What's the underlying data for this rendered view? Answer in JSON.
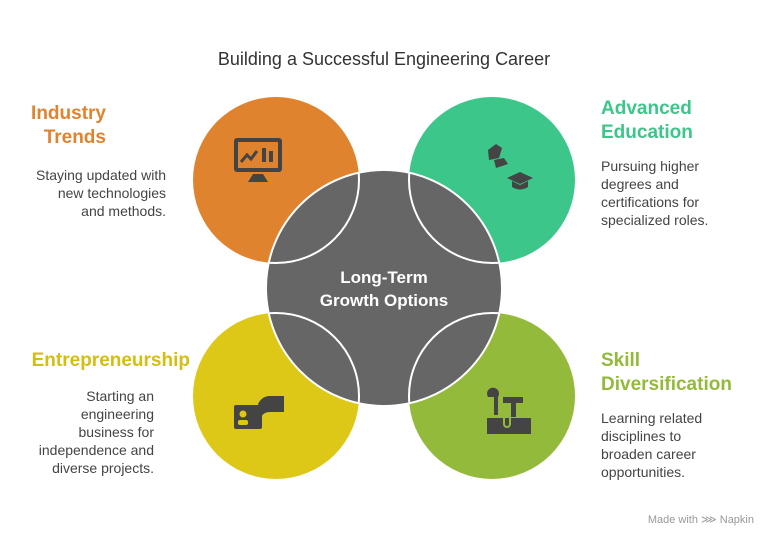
{
  "title": "Building a Successful Engineering Career",
  "center": {
    "line1": "Long-Term",
    "line2": "Growth Options",
    "color": "#666666"
  },
  "items": [
    {
      "heading1": "Industry",
      "heading2": "Trends",
      "description": [
        "Staying updated with",
        "new technologies",
        "and methods."
      ],
      "color": "#E0832F",
      "icon": "monitor-chart-icon"
    },
    {
      "heading1": "Advanced",
      "heading2": "Education",
      "description": [
        "Pursuing higher",
        "degrees and",
        "certifications for",
        "specialized roles."
      ],
      "color": "#3CC68A",
      "icon": "graduation-cap-icon"
    },
    {
      "heading1": "Entrepreneurship",
      "description": [
        "Starting an",
        "engineering",
        "business for",
        "independence and",
        "diverse projects."
      ],
      "color": "#DEC817",
      "icon": "business-card-hand-icon"
    },
    {
      "heading1": "Skill",
      "heading2": "Diversification",
      "description": [
        "Learning related",
        "disciplines to",
        "broaden career",
        "opportunities."
      ],
      "color": "#93BA3A",
      "icon": "toolbox-icon"
    }
  ],
  "footer": {
    "made_with": "Made with",
    "brand": "Napkin"
  }
}
